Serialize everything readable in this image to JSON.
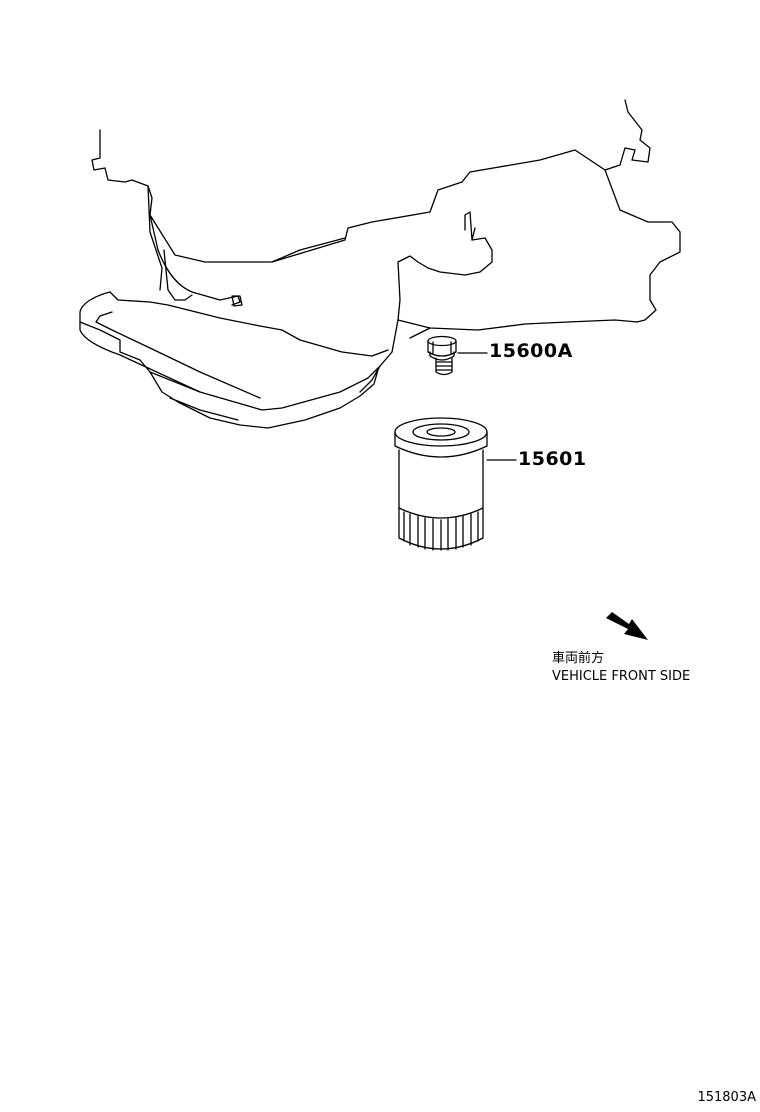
{
  "parts": [
    {
      "number": "15600A"
    },
    {
      "number": "15601"
    }
  ],
  "direction_note": {
    "japanese": "車両前方",
    "english": "VEHICLE FRONT SIDE",
    "icon": "arrow-down-right-icon"
  },
  "diagram_id": "151803A",
  "colors": {
    "line": "#000000",
    "background": "#ffffff"
  }
}
